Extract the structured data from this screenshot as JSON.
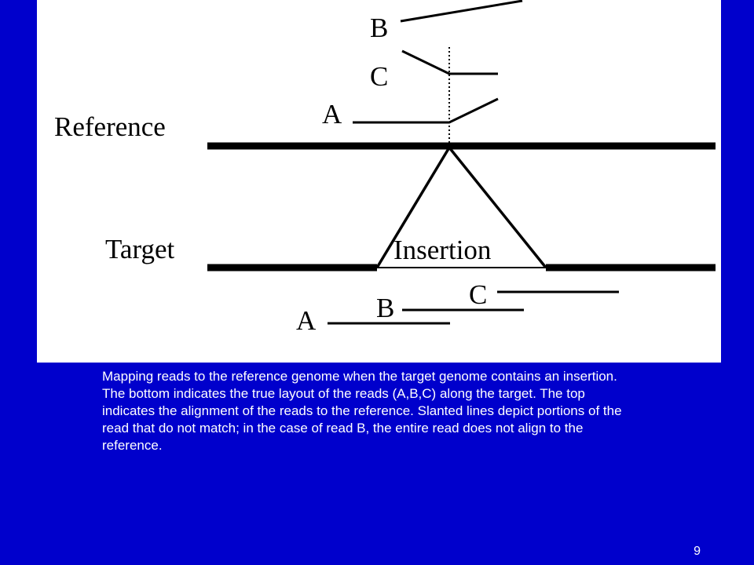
{
  "figure": {
    "reference_label": "Reference",
    "target_label": "Target",
    "insertion_label": "Insertion",
    "top_reads": {
      "a": "A",
      "b": "B",
      "c": "C"
    },
    "bottom_reads": {
      "a": "A",
      "b": "B",
      "c": "C"
    }
  },
  "caption": "Mapping reads to the reference genome when the target genome contains an insertion.  The bottom indicates the true layout of the reads (A,B,C) along the target.  The top indicates the alignment of the reads to the reference.  Slanted lines depict portions of the read that do not match; in the case of read B, the entire read does not align to the reference.",
  "slide_number": "9"
}
